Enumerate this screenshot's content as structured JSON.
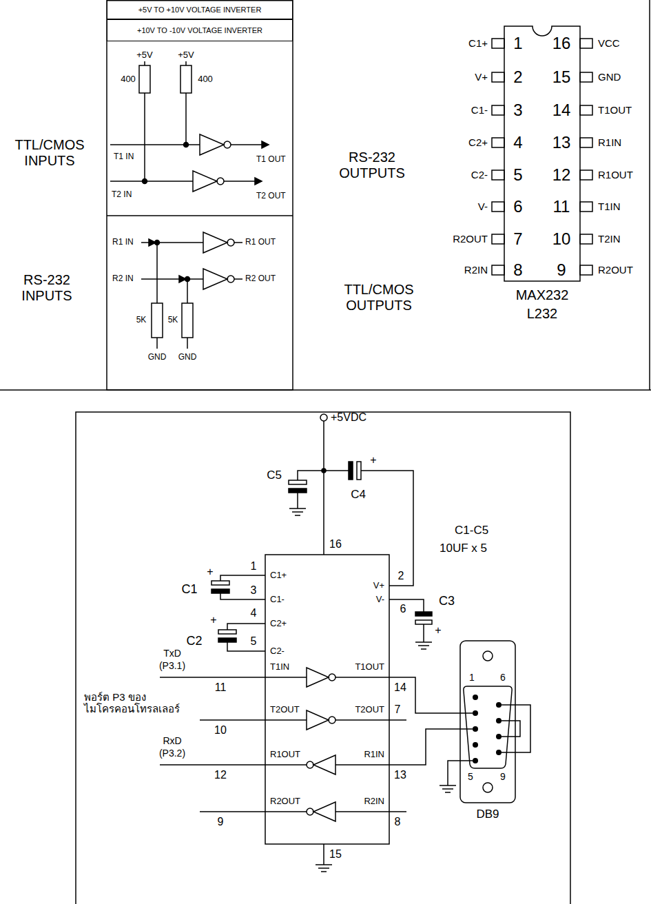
{
  "diagram": {
    "nodes": [
      {
        "text": [
          "+5V TO +10V VOLTAGE INVERTER"
        ]
      },
      {
        "text": [
          "+10V TO -10V VOLTAGE INVERTER"
        ]
      }
    ],
    "labels": [
      "+5V",
      "+5V",
      "400",
      "400",
      "TTL/CMOS INPUTS",
      "T1 IN",
      "T1 OUT",
      "T2 IN",
      "T2 OUT",
      "RS-232 OUTPUTS",
      "R1 IN",
      "R1 OUT",
      "R2 IN",
      "R2 OUT",
      "RS-232 INPUTS",
      "TTL/CMOS OUTPUTS",
      "5K",
      "5K",
      "GND",
      "GND",
      "C1+",
      "1",
      "16",
      "VCC",
      "V+",
      "2",
      "15",
      "GND",
      "C1-",
      "3",
      "14",
      "T1OUT",
      "C2+",
      "4",
      "13",
      "R1IN",
      "C2-",
      "5",
      "12",
      "R1OUT",
      "V-",
      "6",
      "11",
      "T1IN",
      "R2OUT",
      "7",
      "10",
      "T2IN",
      "R2IN",
      "8",
      "9",
      "R2OUT",
      "MAX232",
      "L232",
      "+5VDC",
      "C5",
      "C4",
      "+",
      "16",
      "C1-C5",
      "10UF x 5",
      "+",
      "1",
      "C1+",
      "C1",
      "3",
      "C1-",
      "4",
      "C2+",
      "+",
      "C2",
      "5",
      "C2-",
      "V+",
      "2",
      "V-",
      "6",
      "C3",
      "+",
      "TxD",
      "(P3.1)",
      "T1IN",
      "11",
      "T1OUT",
      "14",
      "พอร์ต P3 ของ ไมโครคอนโทรลเลอร์",
      "T2OUT",
      "10",
      "T2OUT",
      "7",
      "RxD",
      "(P3.2)",
      "R1OUT",
      "12",
      "R1IN",
      "13",
      "R2OUT",
      "9",
      "R2IN",
      "8",
      "15",
      "1",
      "6",
      "5",
      "9",
      "DB9"
    ]
  }
}
